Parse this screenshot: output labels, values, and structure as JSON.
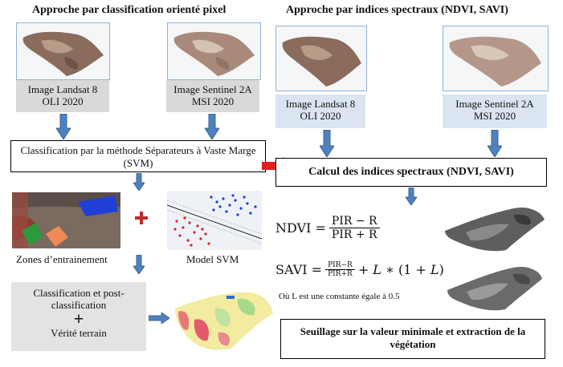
{
  "left_title": "Approche par classification orienté pixel",
  "right_title": "Approche par indices spectraux (NDVI, SAVI)",
  "images": {
    "landsat_left": "Image Landsat 8\nOLI 2020",
    "sentinel_left": "Image Sentinel 2A\nMSI 2020",
    "landsat_right": "Image Landsat 8\nOLI 2020",
    "sentinel_right": "Image Sentinel 2A\nMSI 2020"
  },
  "svm_box": "Classification par la méthode Séparateurs à Vaste Marge (SVM)",
  "indices_box": "Calcul des indices spectraux (NDVI, SAVI)",
  "zones_label": "Zones d’entrainement",
  "model_label": "Model SVM",
  "plus_sign": "+",
  "classif_box": {
    "line1": "Classification et post-classification",
    "plus": "+",
    "line2": "Vérité terrain"
  },
  "ndvi": {
    "name": "NDVI =",
    "numerator": "PIR − R",
    "denominator": "PIR + R"
  },
  "savi": {
    "name": "SAVI =",
    "numerator": "PIR−R",
    "denominator": "PIR+R",
    "tail": "+ 𝐿 ∗ (1 + 𝐿)"
  },
  "l_note": "Où L est une constante égale à 0.5",
  "threshold_box": "Seuillage sur la valeur minimale et extraction de la végétation",
  "colors": {
    "arrow_blue": "#4f81bd",
    "arrow_red": "#e02020",
    "grey_box": "#d9d9d9",
    "blue_box": "#dbe5f1"
  }
}
